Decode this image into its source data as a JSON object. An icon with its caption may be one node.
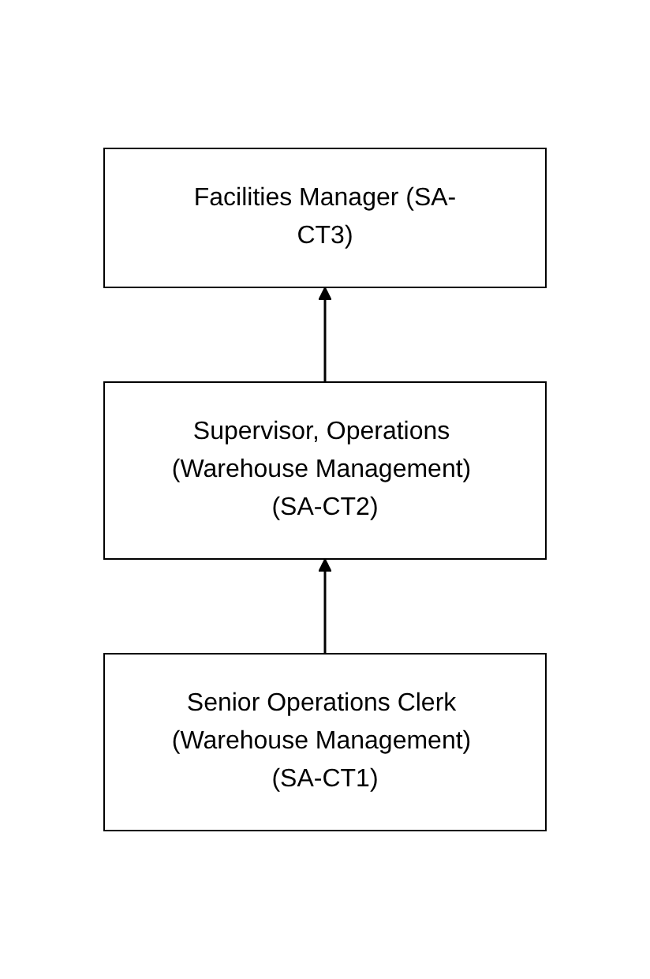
{
  "diagram": {
    "nodes": [
      {
        "text": [
          "Facilities Manager (SA-CT3)"
        ]
      },
      {
        "text": [
          "Supervisor, Operations (Warehouse Management) (SA-CT2)"
        ]
      },
      {
        "text": [
          "Senior Operations Clerk (Warehouse Management) (SA-CT1)"
        ]
      }
    ],
    "edges": [
      {
        "from": 2,
        "to": 1,
        "arrow": "to"
      },
      {
        "from": 1,
        "to": 0,
        "arrow": "to"
      }
    ]
  }
}
